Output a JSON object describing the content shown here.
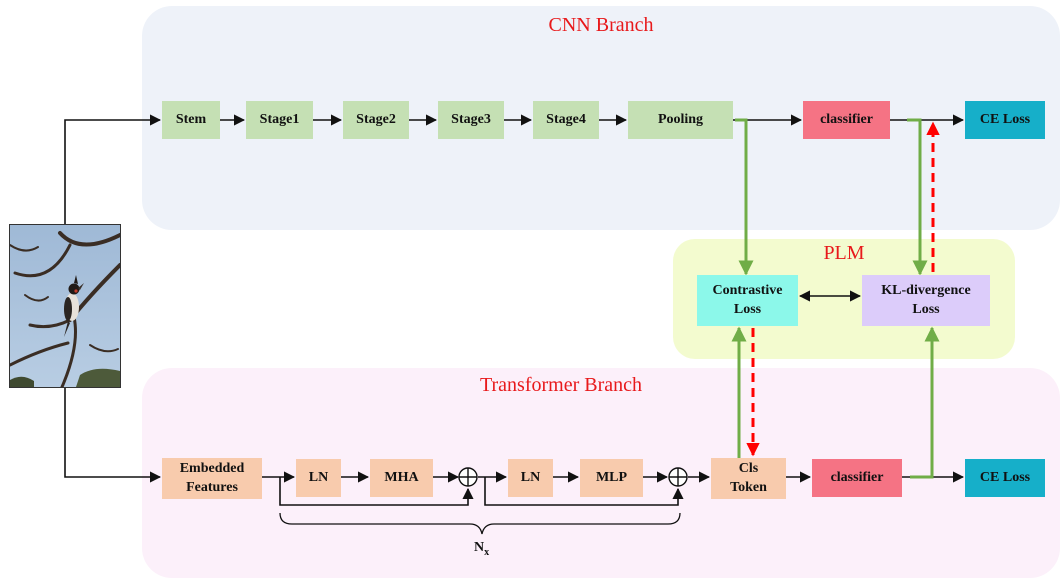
{
  "regions": {
    "cnn": {
      "title": "CNN Branch",
      "color": "#eef2f9"
    },
    "plm": {
      "title": "PLM",
      "color": "#f3fbcf"
    },
    "transformer": {
      "title": "Transformer Branch",
      "color": "#fcf0fa"
    }
  },
  "cnn_branch": {
    "stem": "Stem",
    "stage1": "Stage1",
    "stage2": "Stage2",
    "stage3": "Stage3",
    "stage4": "Stage4",
    "pooling": "Pooling",
    "classifier": "classifier",
    "ce_loss": "CE Loss"
  },
  "plm": {
    "contrastive_line1": "Contrastive",
    "contrastive_line2": "Loss",
    "kl_line1": "KL-divergence",
    "kl_line2": "Loss"
  },
  "transformer_branch": {
    "embedded_line1": "Embedded",
    "embedded_line2": "Features",
    "ln1": "LN",
    "mha": "MHA",
    "ln2": "LN",
    "mlp": "MLP",
    "cls_line1": "Cls",
    "cls_line2": "Token",
    "classifier": "classifier",
    "ce_loss": "CE Loss",
    "repeat_symbol": "N",
    "repeat_subscript": "x"
  },
  "colors": {
    "module_green": "#c5e0b4",
    "module_peach": "#f8cbad",
    "classifier_red": "#f57384",
    "loss_cyan": "#16afc9",
    "contrastive_aqua": "#8cf8ea",
    "kl_lavender": "#dcccfa",
    "title_red": "#e8191b",
    "green_arrow": "#70ad47",
    "dashed_red_arrow": "#ff0000"
  },
  "input_image": {
    "icon": "bird-photo-icon"
  }
}
